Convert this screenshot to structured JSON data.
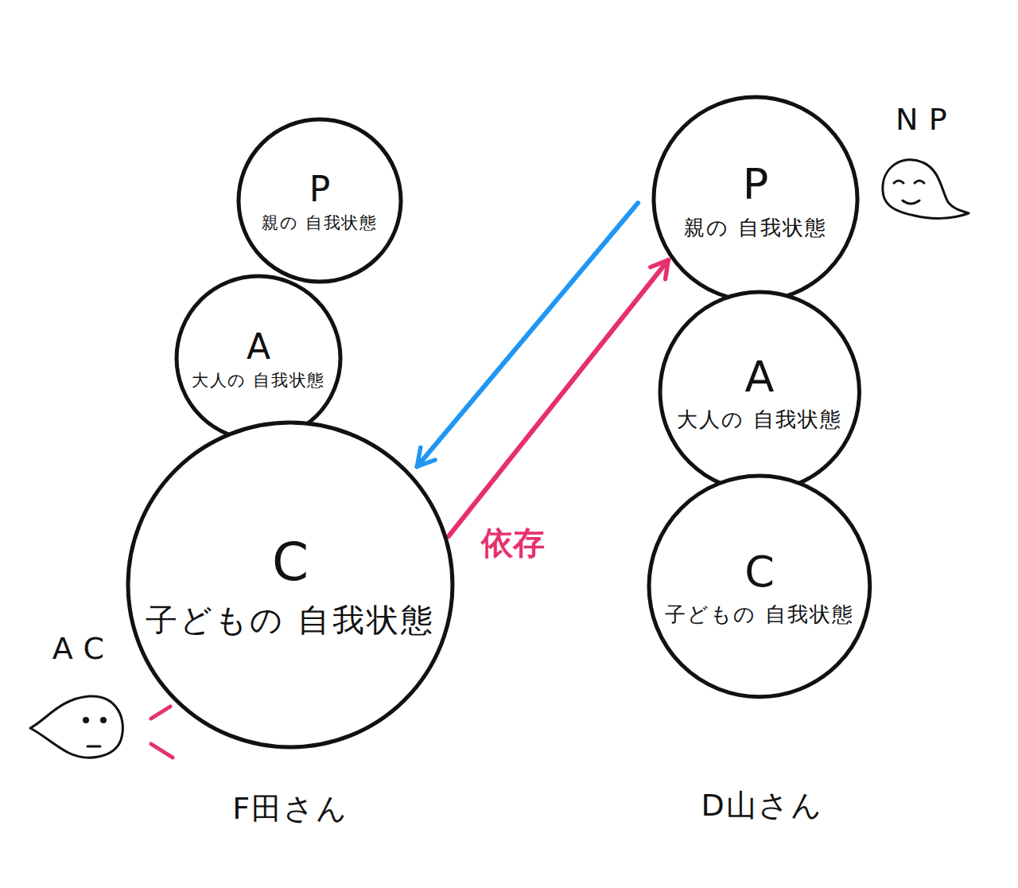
{
  "diagram": {
    "nodes": [
      {
        "text": [
          "P",
          "親の 自我状態"
        ]
      },
      {
        "text": [
          "A",
          "大人の 自我状態"
        ]
      },
      {
        "text": [
          "C",
          "子どもの 自我状態"
        ]
      },
      {
        "text": [
          "P",
          "親の 自我状態"
        ]
      },
      {
        "text": [
          "A",
          "大人の 自我状態"
        ]
      },
      {
        "text": [
          "C",
          "子どもの 自我状態"
        ]
      }
    ],
    "edges": [
      {
        "from": 3,
        "to": 2,
        "arrow": "to"
      },
      {
        "from": 2,
        "to": 3,
        "label": "依存",
        "arrow": "to"
      }
    ],
    "labels": [
      "AC",
      "NP",
      "F田さん",
      "D山さん"
    ]
  }
}
